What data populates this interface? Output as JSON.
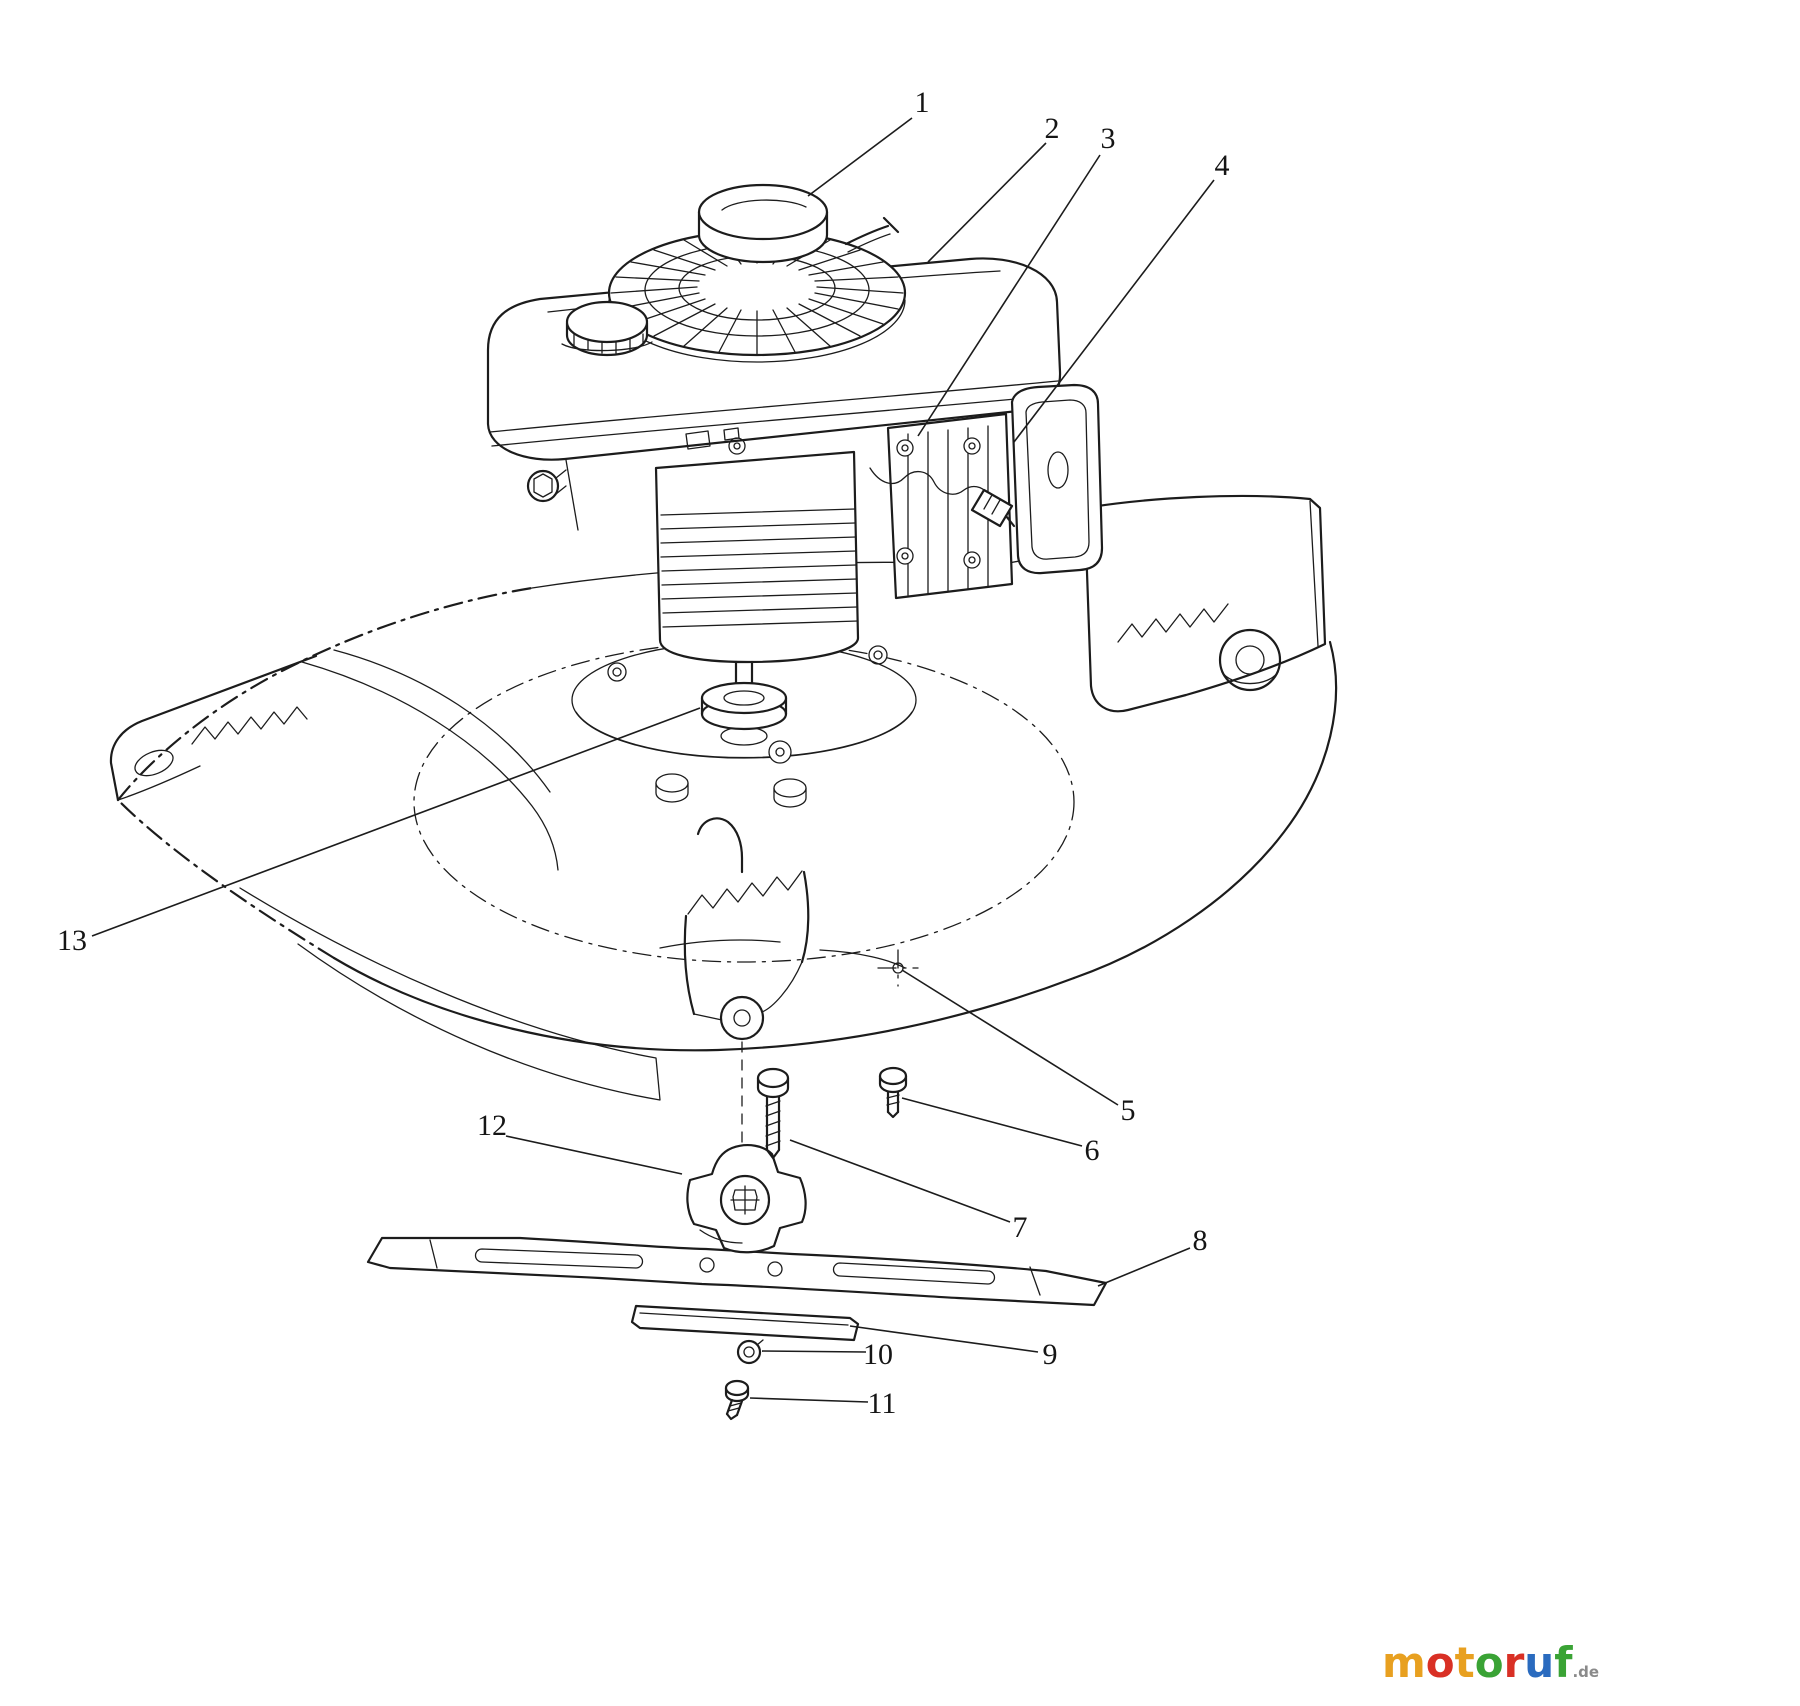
{
  "diagram": {
    "background_color": "#ffffff",
    "line_color": "#1c1c1c"
  },
  "callouts": [
    {
      "label": "1"
    },
    {
      "label": "2"
    },
    {
      "label": "3"
    },
    {
      "label": "4"
    },
    {
      "label": "5"
    },
    {
      "label": "6"
    },
    {
      "label": "7"
    },
    {
      "label": "8"
    },
    {
      "label": "9"
    },
    {
      "label": "10"
    },
    {
      "label": "11"
    },
    {
      "label": "12"
    },
    {
      "label": "13"
    }
  ],
  "watermark": {
    "letters": [
      "m",
      "o",
      "t",
      "o",
      "r",
      "u",
      "f"
    ],
    "letter_colors": [
      "#e8a020",
      "#d93025",
      "#e8a020",
      "#3aa335",
      "#d93025",
      "#2a6bbf",
      "#3aa335"
    ],
    "suffix": ".de",
    "suffix_color": "#8a8a8a"
  }
}
